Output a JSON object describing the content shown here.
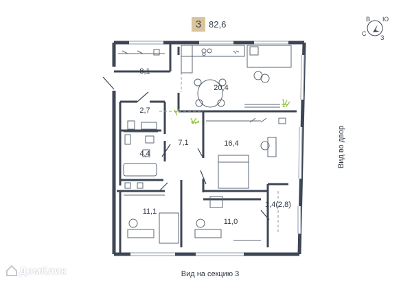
{
  "header": {
    "rooms_count": "3",
    "total_area": "82,6"
  },
  "compass": {
    "letter_top_left": "В",
    "letter_top_right": "Ю",
    "letter_left": "С",
    "letter_bottom_right": "З"
  },
  "rooms": [
    {
      "key": "room-8-1",
      "area": "8,1"
    },
    {
      "key": "room-20-4",
      "area": "20,4"
    },
    {
      "key": "room-2-7",
      "area": "2,7"
    },
    {
      "key": "room-7-1",
      "area": "7,1"
    },
    {
      "key": "room-16-4",
      "area": "16,4"
    },
    {
      "key": "room-4-4",
      "area": "4,4"
    },
    {
      "key": "room-1-4",
      "area": "1,4(2,8)"
    },
    {
      "key": "room-11-1",
      "area": "11,1"
    },
    {
      "key": "room-11-0",
      "area": "11,0"
    }
  ],
  "labels": {
    "side_view": "Вид во двор",
    "bottom_view": "Вид на секцию 3"
  },
  "watermark": {
    "text": "ДомКлик"
  },
  "colors": {
    "wall": "#3d4654",
    "badge": "#d9c49b",
    "window": "#8e9aa8",
    "plant": "#8fbf3a",
    "furniture": "#5a6472"
  }
}
